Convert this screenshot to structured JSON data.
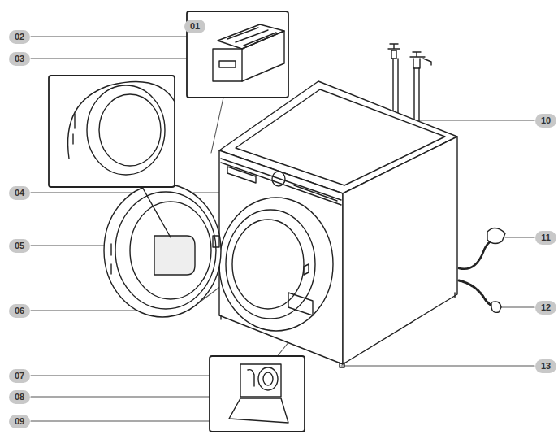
{
  "diagram": {
    "labels": [
      "01",
      "02",
      "03",
      "04",
      "05",
      "06",
      "07",
      "08",
      "09",
      "10",
      "11",
      "12",
      "13"
    ]
  }
}
